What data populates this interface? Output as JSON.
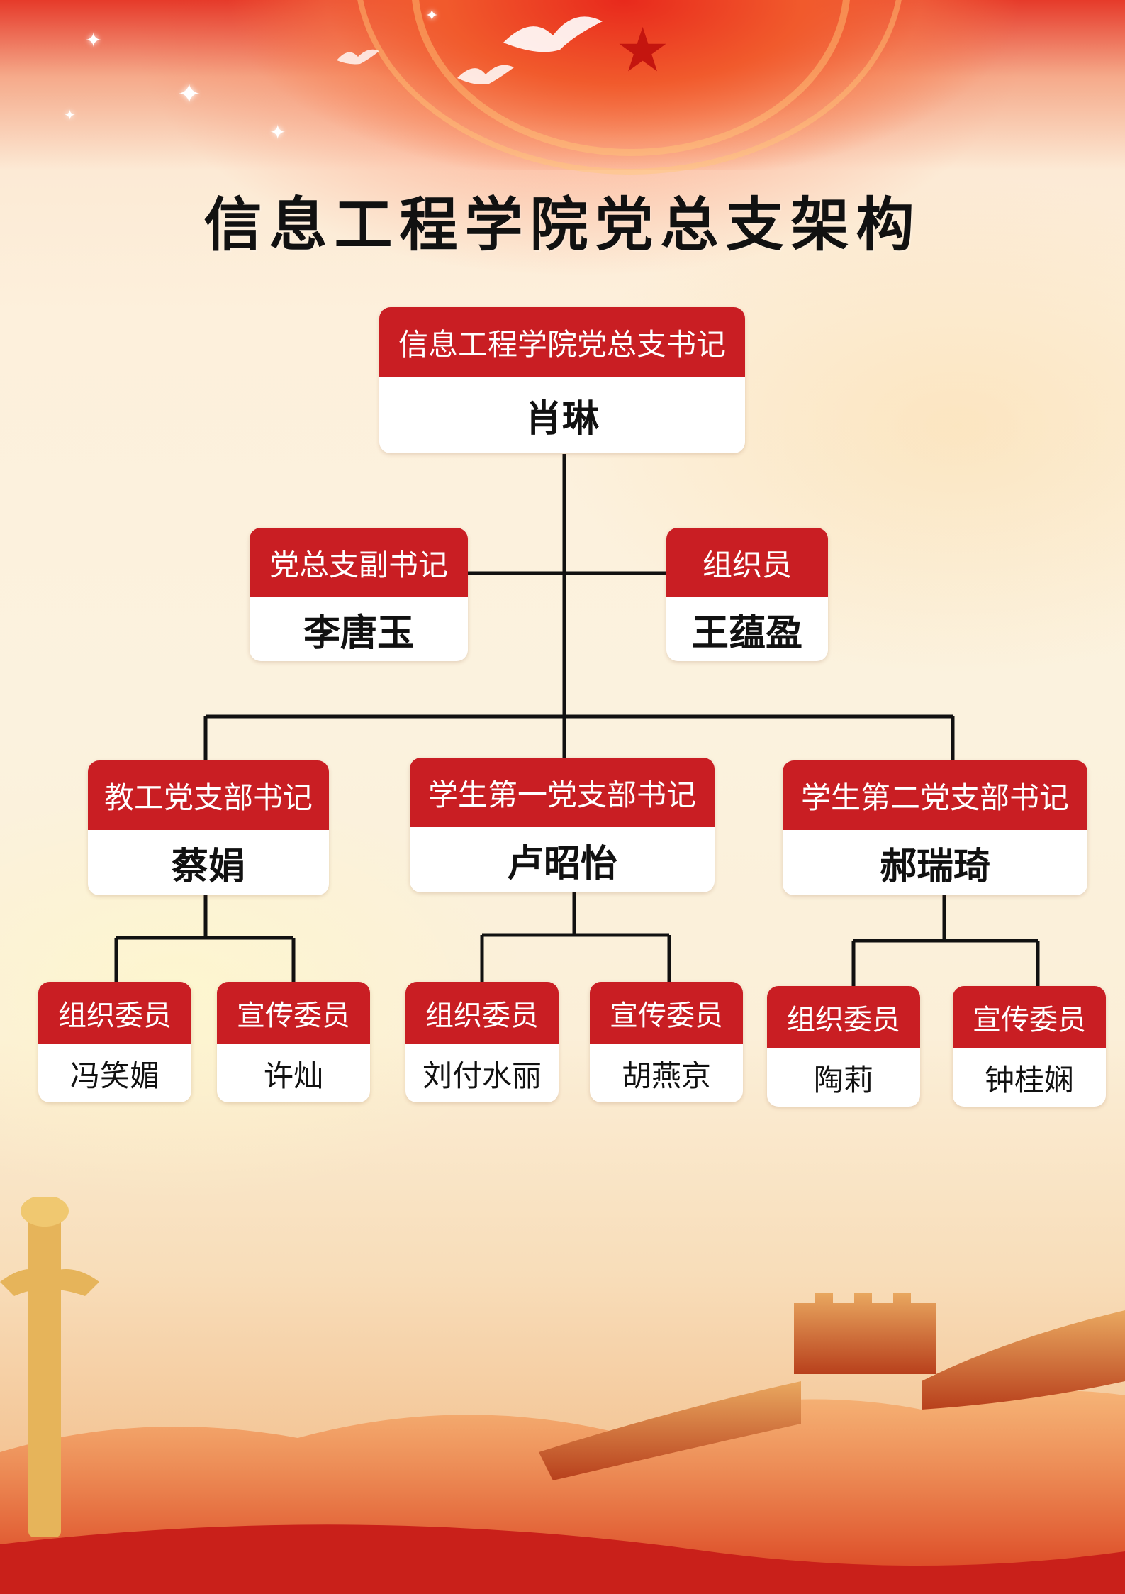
{
  "title": "信息工程学院党总支架构",
  "colors": {
    "role_bg": "#c91e23",
    "name_bg": "#ffffff",
    "line": "#111111"
  },
  "org": {
    "head": {
      "role": "信息工程学院党总支书记",
      "name": "肖琳"
    },
    "deputies": [
      {
        "role": "党总支副书记",
        "name": "李唐玉"
      },
      {
        "role": "组织员",
        "name": "王蕴盈"
      }
    ],
    "branches": [
      {
        "role": "教工党支部书记",
        "name": "蔡娟",
        "members": [
          {
            "role": "组织委员",
            "name": "冯笑媚"
          },
          {
            "role": "宣传委员",
            "name": "许灿"
          }
        ]
      },
      {
        "role": "学生第一党支部书记",
        "name": "卢昭怡",
        "members": [
          {
            "role": "组织委员",
            "name": "刘付水丽"
          },
          {
            "role": "宣传委员",
            "name": "胡燕京"
          }
        ]
      },
      {
        "role": "学生第二党支部书记",
        "name": "郝瑞琦",
        "members": [
          {
            "role": "组织委员",
            "name": "陶莉"
          },
          {
            "role": "宣传委员",
            "name": "钟桂娴"
          }
        ]
      }
    ]
  }
}
